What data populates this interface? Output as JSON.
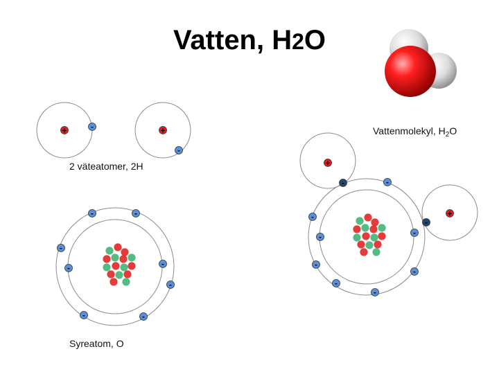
{
  "title": {
    "main": "Vatten, H",
    "subscript": "2",
    "suffix": "O"
  },
  "captions": {
    "hydrogen_atoms": "2 väteatomer, 2H",
    "oxygen_atom": "Syreatom, O",
    "water_molecule_main": "Vattenmolekyl, H",
    "water_molecule_subscript": "2",
    "water_molecule_suffix": "O"
  },
  "symbols": {
    "proton": "+",
    "electron": "-"
  },
  "colors": {
    "proton": "#e02020",
    "neutron": "#3cb371",
    "electron": "#5b8fd6",
    "shared_electron": "#27456e",
    "orbit": "#8a8a8a",
    "molecule_oxygen": "#e00000",
    "molecule_hydrogen": "#d9d9d9"
  },
  "electrons": {
    "hydrogen_atom": 1,
    "oxygen_inner_shell": 2,
    "oxygen_outer_shell": 6,
    "shared_pairs": 2
  }
}
